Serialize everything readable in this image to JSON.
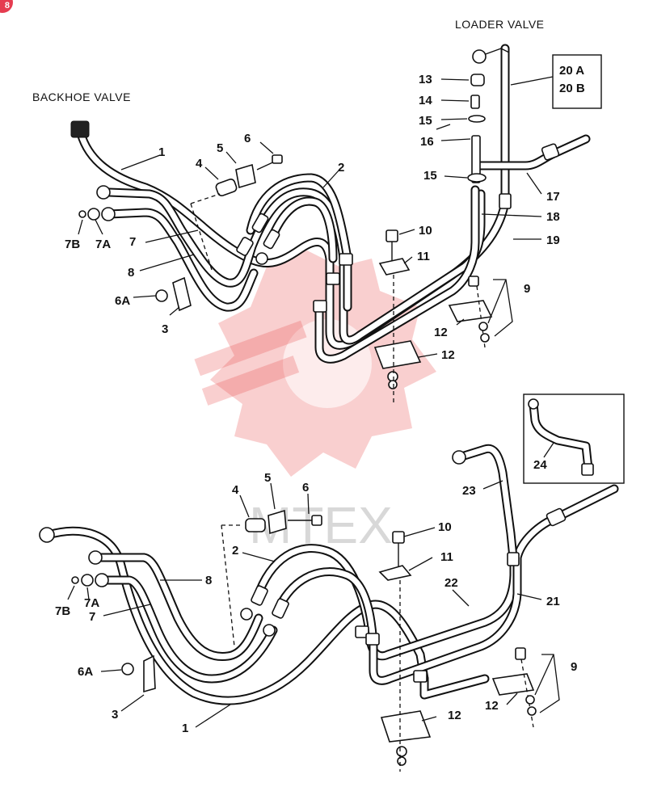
{
  "badge": "8",
  "headings": {
    "backhoe_valve": "BACKHOE VALVE",
    "loader_valve": "LOADER VALVE"
  },
  "watermark": "MTEX",
  "upper_callouts": {
    "c1": "1",
    "c2": "2",
    "c3": "3",
    "c4": "4",
    "c5": "5",
    "c6": "6",
    "c6a": "6A",
    "c7": "7",
    "c7a": "7A",
    "c7b": "7B",
    "c8": "8",
    "c9": "9",
    "c10": "10",
    "c11": "11",
    "c12a": "12",
    "c12b": "12",
    "c13": "13",
    "c14": "14",
    "c15a": "15",
    "c15b": "15",
    "c16": "16",
    "c17": "17",
    "c18": "18",
    "c19": "19",
    "c20a": "20 A",
    "c20b": "20 B"
  },
  "lower_callouts": {
    "c1": "1",
    "c2": "2",
    "c3": "3",
    "c4": "4",
    "c5": "5",
    "c6": "6",
    "c6a": "6A",
    "c7": "7",
    "c7a": "7A",
    "c7b": "7B",
    "c8": "8",
    "c9": "9",
    "c10": "10",
    "c11": "11",
    "c12a": "12",
    "c12b": "12",
    "c21": "21",
    "c22": "22",
    "c23": "23",
    "c24": "24"
  },
  "colors": {
    "line": "#111111",
    "watermark": "#e85454",
    "badge": "#e53c50"
  }
}
